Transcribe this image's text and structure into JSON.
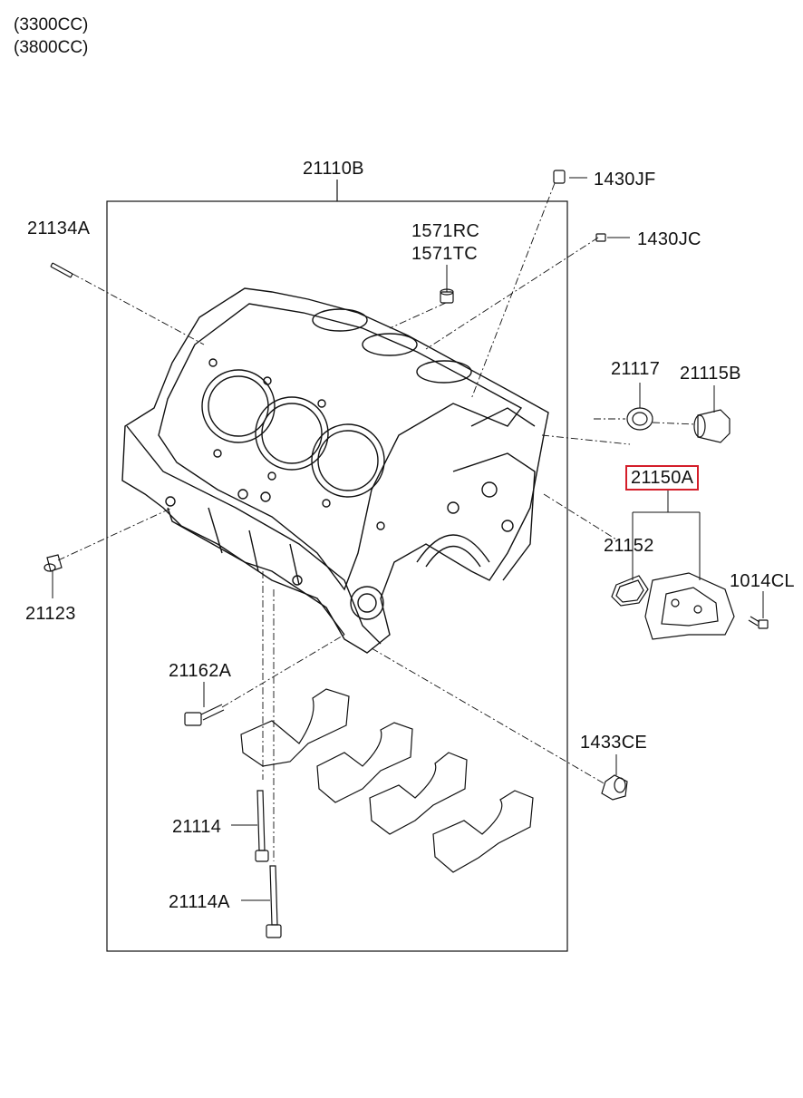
{
  "header": {
    "line1": "(3300CC)",
    "line2": "(3800CC)"
  },
  "labels": {
    "p21110B": "21110B",
    "p1430JF": "1430JF",
    "p21134A": "21134A",
    "p1571RC": "1571RC",
    "p1571TC": "1571TC",
    "p1430JC": "1430JC",
    "p21117": "21117",
    "p21115B": "21115B",
    "p21150A": "21150A",
    "p21152": "21152",
    "p1014CL": "1014CL",
    "p21123": "21123",
    "p21162A": "21162A",
    "p1433CE": "1433CE",
    "p21114": "21114",
    "p21114A": "21114A"
  },
  "highlight_color": "#d41e2a"
}
